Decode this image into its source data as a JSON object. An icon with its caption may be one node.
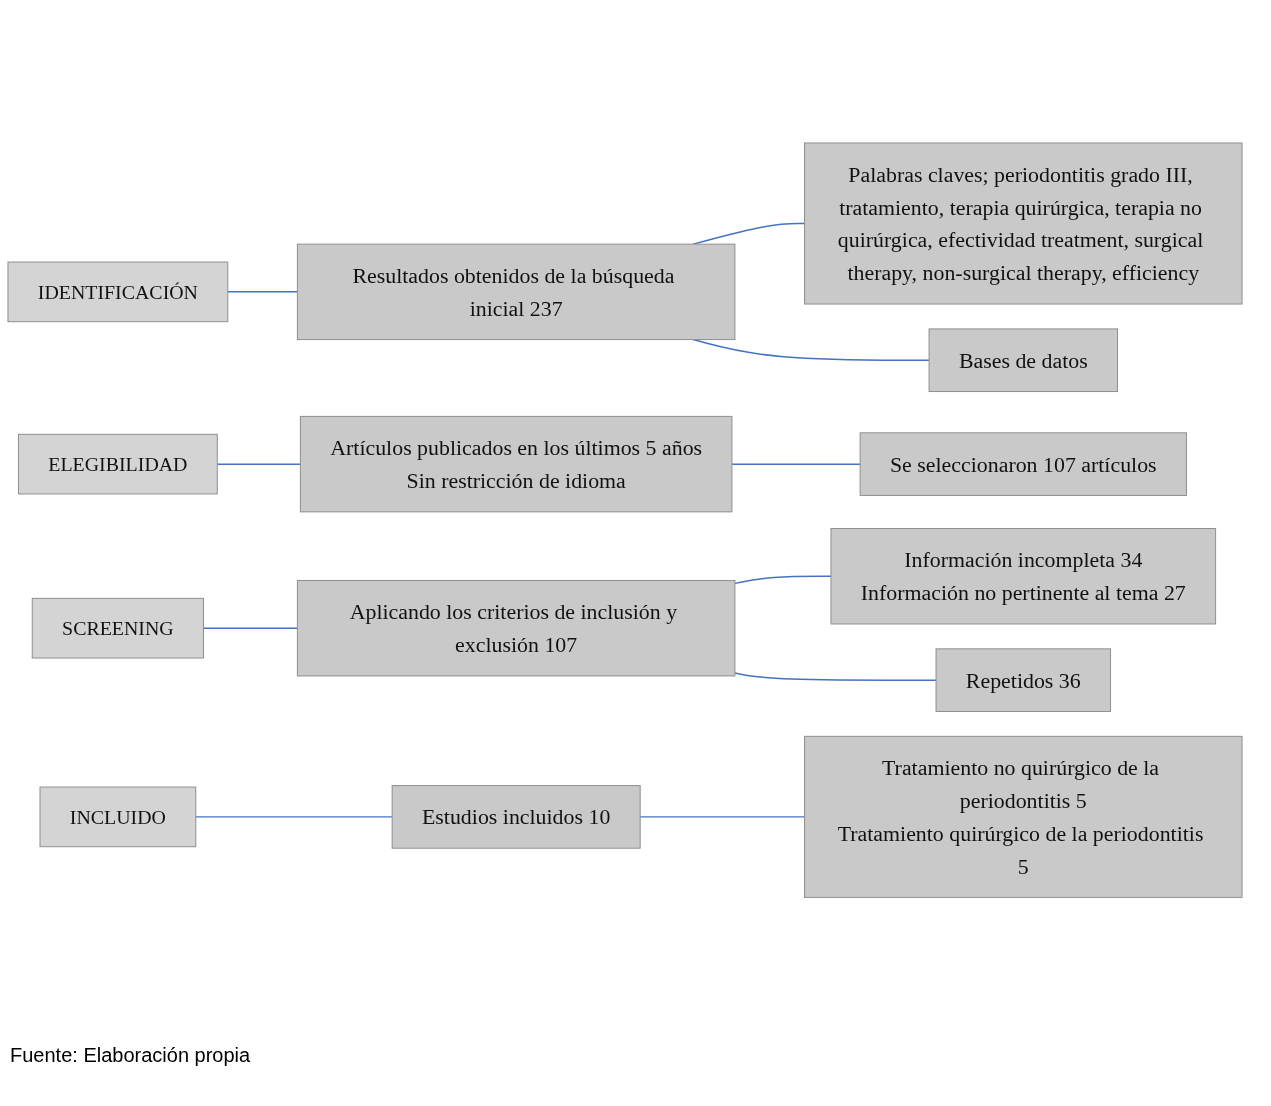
{
  "diagram": {
    "caption": "Fuente: Elaboración propia",
    "nodes": [
      {
        "text": [
          "IDENTIFICACIÓN"
        ]
      },
      {
        "text": [
          "Resultados obtenidos de la búsqueda inicial 237"
        ]
      },
      {
        "text": [
          "Palabras claves; periodontitis grado III, tratamiento, terapia quirúrgica, terapia no quirúrgica, efectividad treatment, surgical therapy, non-surgical therapy, efficiency"
        ]
      },
      {
        "text": [
          "Bases de datos"
        ]
      },
      {
        "text": [
          "ELEGIBILIDAD"
        ]
      },
      {
        "text": [
          "Artículos publicados en los últimos 5 años",
          "Sin restricción de idioma"
        ]
      },
      {
        "text": [
          "Se seleccionaron 107 artículos"
        ]
      },
      {
        "text": [
          "SCREENING"
        ]
      },
      {
        "text": [
          "Aplicando los criterios de inclusión y exclusión 107"
        ]
      },
      {
        "text": [
          "Información incompleta 34",
          "Información no pertinente al tema 27"
        ]
      },
      {
        "text": [
          "Repetidos 36"
        ]
      },
      {
        "text": [
          "INCLUIDO"
        ]
      },
      {
        "text": [
          "Estudios incluidos 10"
        ]
      },
      {
        "text": [
          "Tratamiento no quirúrgico de la periodontitis 5",
          "Tratamiento quirúrgico de la periodontitis 5"
        ]
      }
    ],
    "edges": [
      {
        "from": 0,
        "to": 1,
        "arrow": "none"
      },
      {
        "from": 1,
        "to": 2,
        "arrow": "none"
      },
      {
        "from": 1,
        "to": 3,
        "arrow": "none"
      },
      {
        "from": 4,
        "to": 5,
        "arrow": "none"
      },
      {
        "from": 5,
        "to": 6,
        "arrow": "none"
      },
      {
        "from": 7,
        "to": 8,
        "arrow": "none"
      },
      {
        "from": 8,
        "to": 9,
        "arrow": "none"
      },
      {
        "from": 8,
        "to": 10,
        "arrow": "none"
      },
      {
        "from": 11,
        "to": 12,
        "arrow": "none"
      },
      {
        "from": 12,
        "to": 13,
        "arrow": "none"
      }
    ]
  }
}
